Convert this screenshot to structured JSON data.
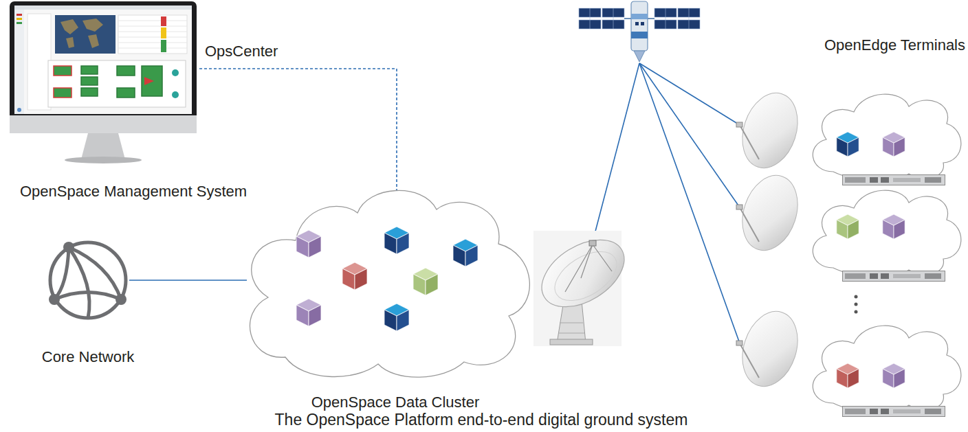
{
  "diagram": {
    "caption": "The OpenSpace Platform end-to-end digital ground system",
    "nodes": [
      {
        "text": [
          "OpsCenter",
          "OpenSpace Management System"
        ]
      },
      {
        "text": [
          "Core Network"
        ]
      },
      {
        "text": [
          "OpenSpace Data Cluster"
        ]
      },
      {
        "text": [
          "OpenEdge Terminals"
        ]
      }
    ],
    "edges": [
      {
        "from": 0,
        "to": 2,
        "arrow": "none"
      },
      {
        "from": 1,
        "to": 2,
        "arrow": "none"
      }
    ]
  }
}
